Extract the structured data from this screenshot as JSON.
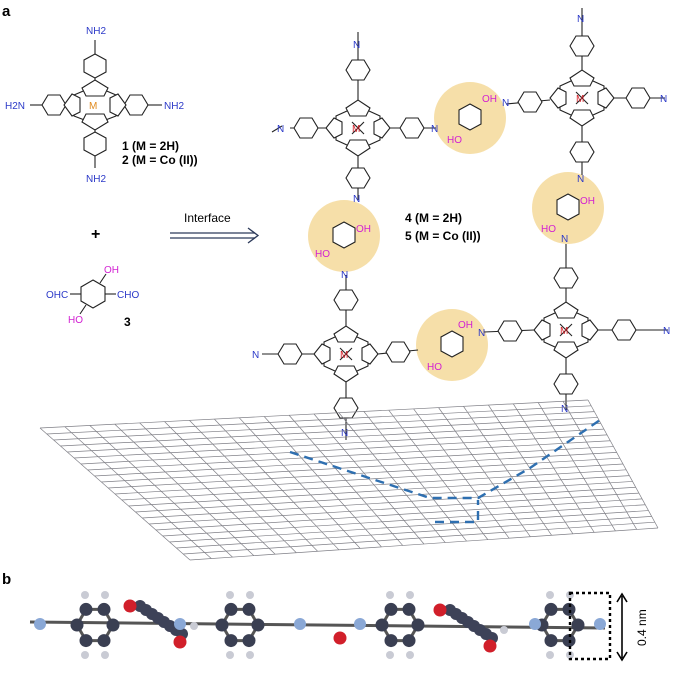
{
  "panels": {
    "a": "a",
    "b": "b"
  },
  "monomer_porphyrin": {
    "amine_top": "NH2",
    "amine_left": "H2N",
    "amine_right": "NH2",
    "amine_bottom": "NH2",
    "metal": "M",
    "label_1": "1 (M = 2H)",
    "label_2": "2 (M = Co (II))"
  },
  "plus": "+",
  "aldehyde": {
    "left_group": "OHC",
    "right_group": "CHO",
    "top_oh": "OH",
    "bottom_oh": "HO",
    "number": "3"
  },
  "arrow_label": "Interface",
  "product": {
    "label_4": "4 (M = 2H)",
    "label_5": "5 (M = Co (II))",
    "metal": "M",
    "imine_n": "N",
    "oh": "OH",
    "ho": "HO"
  },
  "scale": {
    "label": "0.4 nm"
  },
  "colors": {
    "amine_blue": "#2b39c8",
    "hydroxyl_magenta": "#d21fd2",
    "metal_orange": "#e08a1e",
    "metal_red": "#d6262e",
    "highlight": "#f5d99a",
    "dash_blue": "#2e6fb0"
  }
}
